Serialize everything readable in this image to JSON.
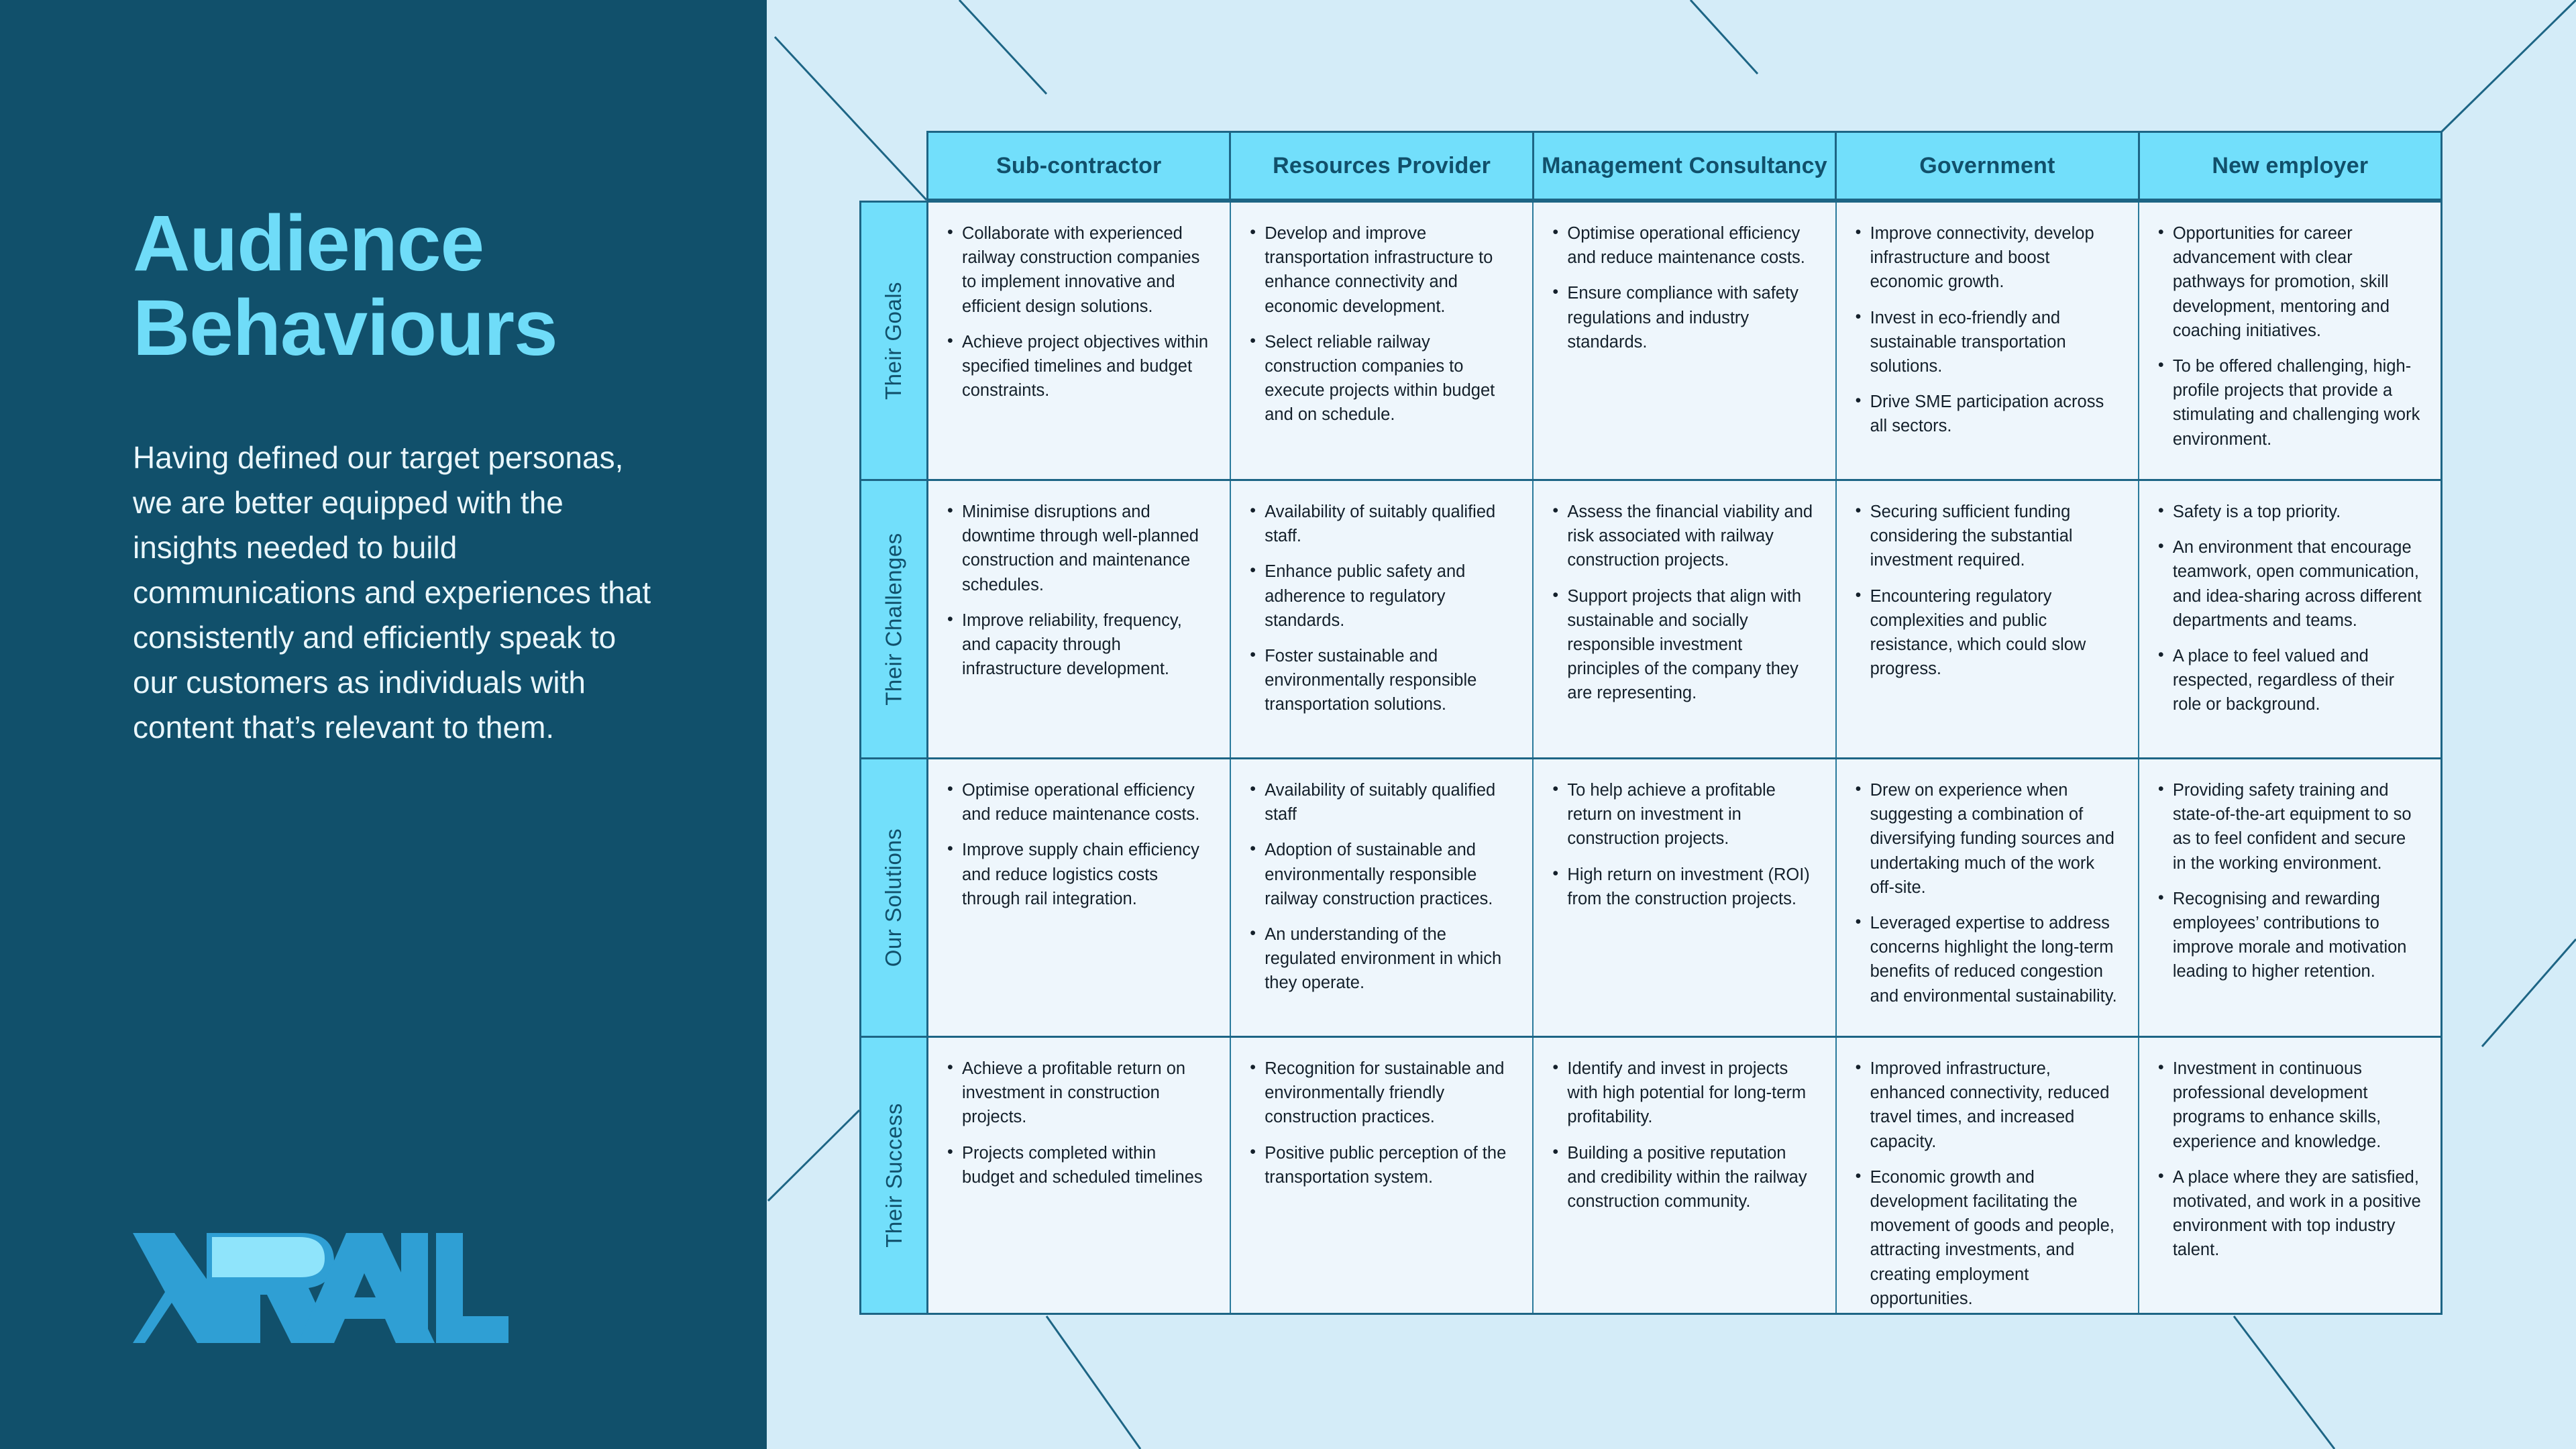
{
  "slide": {
    "headline_line1": "Audience",
    "headline_line2": "Behaviours",
    "lede": "Having defined our target personas, we are better equipped with the insights needed to build communications and experiences that consistently and efficiently speak to our customers as individuals with content that’s relevant to them.",
    "logo_text": "XRAIL",
    "colors": {
      "panel_dark": "#11506b",
      "accent_cyan": "#6fdcf8",
      "header_fill": "#72dffb",
      "cell_fill": "#eef6fc",
      "page_bg": "#d4ecf8",
      "border": "#1d6585"
    }
  },
  "matrix": {
    "columns": [
      "Sub-contractor",
      "Resources Provider",
      "Management Consultancy",
      "Government",
      "New employer"
    ],
    "rows": [
      {
        "label": "Their Goals",
        "cells": [
          [
            "Collaborate with experienced railway construction companies to implement innovative and efficient design solutions.",
            "Achieve project objectives within specified timelines and budget constraints."
          ],
          [
            "Develop and improve transportation infrastructure to enhance connectivity and economic development.",
            "Select reliable railway construction companies to execute projects within budget and on schedule."
          ],
          [
            "Optimise operational efficiency and reduce maintenance costs.",
            "Ensure compliance with safety regulations and industry standards."
          ],
          [
            "Improve connectivity, develop infrastructure and boost economic growth.",
            "Invest in eco-friendly and sustainable transportation solutions.",
            "Drive SME participation across all sectors."
          ],
          [
            "Opportunities for career advancement with clear pathways for promotion, skill development, mentoring and coaching initiatives.",
            "To be offered challenging, high-profile projects that provide a stimulating and challenging work environment."
          ]
        ]
      },
      {
        "label": "Their Challenges",
        "cells": [
          [
            "Minimise disruptions and downtime through well-planned construction and maintenance schedules.",
            "Improve reliability, frequency, and capacity through infrastructure development."
          ],
          [
            "Availability of suitably qualified staff.",
            "Enhance public safety and adherence to regulatory standards.",
            "Foster sustainable and environmentally responsible transportation solutions."
          ],
          [
            "Assess the financial viability and risk associated with railway construction projects.",
            "Support projects that align with sustainable and socially responsible investment principles of the company they are representing."
          ],
          [
            "Securing sufficient funding considering the substantial investment required.",
            "Encountering regulatory complexities and public resistance, which could slow progress."
          ],
          [
            "Safety is a top priority.",
            "An environment that encourage teamwork, open communication, and idea-sharing across different departments and teams.",
            "A place to feel valued and respected, regardless of their role or background."
          ]
        ]
      },
      {
        "label": "Our Solutions",
        "cells": [
          [
            "Optimise operational efficiency and reduce maintenance costs.",
            "Improve supply chain efficiency and reduce logistics costs through rail integration."
          ],
          [
            "Availability of suitably qualified staff",
            "Adoption of sustainable and environmentally responsible railway construction practices.",
            "An understanding of the regulated environment in which they operate."
          ],
          [
            "To help achieve a profitable return on investment in construction projects.",
            "High return on investment (ROI) from the construction projects."
          ],
          [
            "Drew on experience when suggesting a combination of diversifying funding sources and undertaking much of the work off-site.",
            "Leveraged expertise to address concerns highlight the long-term benefits of reduced congestion and environmental sustainability."
          ],
          [
            "Providing safety training and state-of-the-art equipment to so as to feel confident and secure in the working environment.",
            "Recognising and rewarding employees’ contributions to improve morale and motivation leading to higher retention."
          ]
        ]
      },
      {
        "label": "Their Success",
        "cells": [
          [
            "Achieve a profitable return on investment in construction projects.",
            "Projects completed within budget and scheduled timelines"
          ],
          [
            "Recognition for sustainable and environmentally friendly construction practices.",
            "Positive public perception of the transportation system."
          ],
          [
            "Identify and invest in projects with high potential for long-term profitability.",
            "Building a positive reputation and credibility within the railway construction community."
          ],
          [
            "Improved infrastructure, enhanced connectivity, reduced travel times, and increased capacity.",
            "Economic growth and development facilitating the movement of goods and people, attracting investments, and creating employment opportunities."
          ],
          [
            "Investment in continuous professional development programs to enhance skills, experience and knowledge.",
            "A place where they are satisfied, motivated, and work in a positive environment with top industry talent."
          ]
        ]
      }
    ]
  }
}
